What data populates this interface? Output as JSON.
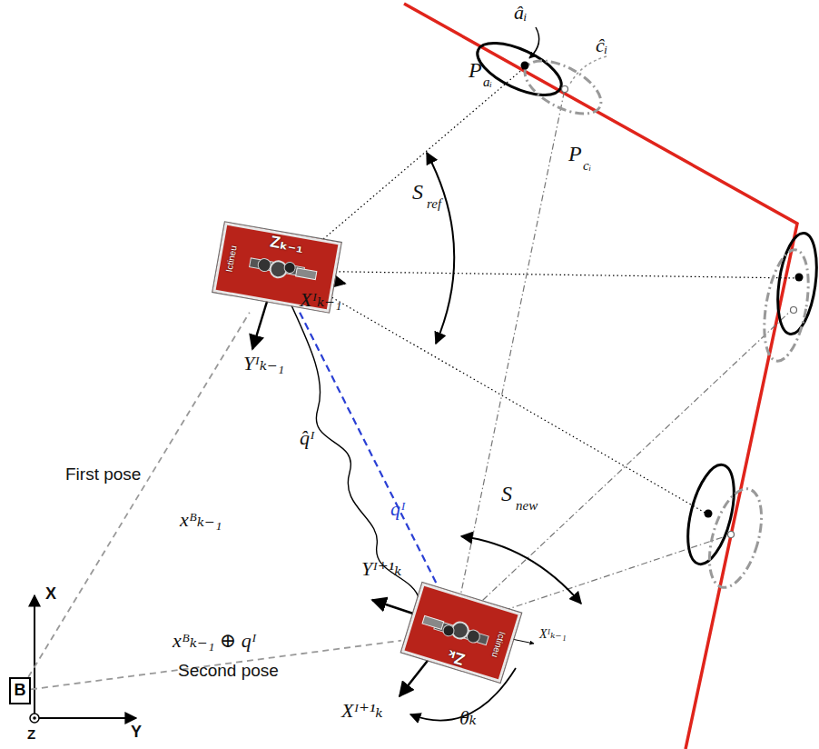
{
  "diagram": {
    "nodes": [
      {
        "text": [
          "B"
        ]
      },
      {
        "text": [
          "Zₖ₋₁",
          "Ictineu"
        ]
      },
      {
        "text": [
          "Zₖ",
          "Ictineu"
        ]
      }
    ],
    "edges": [
      {
        "from": 0,
        "to": 1,
        "arrow": "none",
        "label": "xᴮₖ₋₁"
      },
      {
        "from": 0,
        "to": 2,
        "arrow": "none",
        "label": "xᴮₖ₋₁ ⊕ qᴵ"
      },
      {
        "from": 1,
        "to": 2,
        "arrow": "none",
        "label": "qᴵ"
      }
    ],
    "labels": [
      "âᵢ",
      "P",
      "aᵢ",
      "ĉᵢ",
      "P",
      "cᵢ",
      "S",
      "ref",
      "Xᴵₖ₋₁",
      "Yᴵₖ₋₁",
      "First pose",
      "q̂ᴵ",
      "S",
      "new",
      "Yᴵ⁺¹ₖ",
      "Xᴵₖ₋₁",
      "Xᴵ⁺¹ₖ",
      "θₖ",
      "Second pose",
      "X",
      "Y",
      "Z"
    ]
  }
}
